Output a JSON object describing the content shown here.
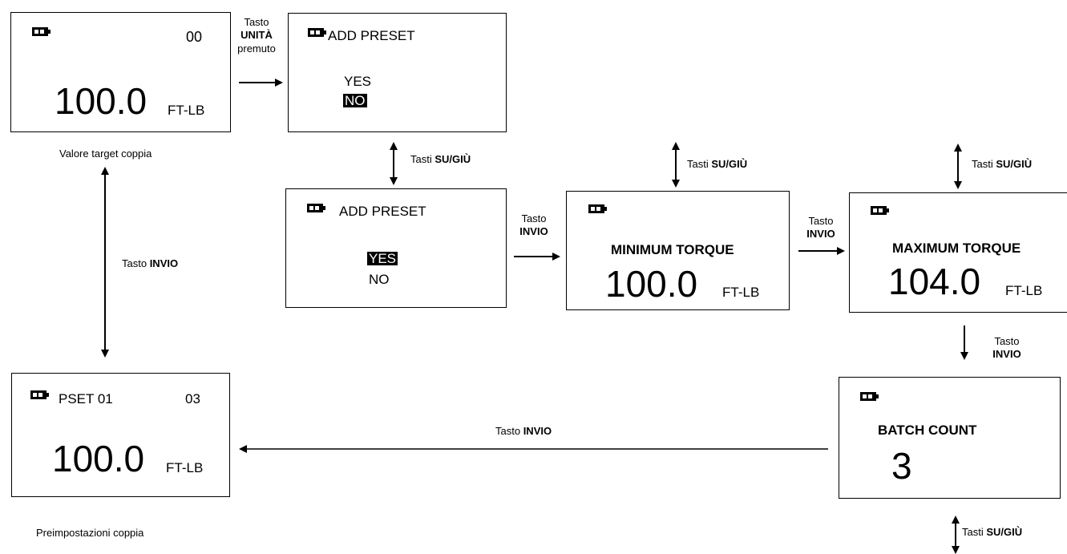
{
  "screens": {
    "target": {
      "counter": "00",
      "value": "100.0",
      "unit": "FT-LB",
      "caption": "Valore target coppia"
    },
    "add_preset_no": {
      "title": "ADD PRESET",
      "option_yes": "YES",
      "option_no": "NO",
      "selected": "NO"
    },
    "add_preset_yes": {
      "title": "ADD PRESET",
      "option_yes": "YES",
      "option_no": "NO",
      "selected": "YES"
    },
    "min_torque": {
      "title": "MINIMUM TORQUE",
      "value": "100.0",
      "unit": "FT-LB"
    },
    "max_torque": {
      "title": "MAXIMUM TORQUE",
      "value": "104.0",
      "unit": "FT-LB"
    },
    "batch_count": {
      "title": "BATCH COUNT",
      "value": "3"
    },
    "preset": {
      "name": "PSET 01",
      "counter": "03",
      "value": "100.0",
      "unit": "FT-LB",
      "caption": "Preimpostazioni coppia"
    }
  },
  "labels": {
    "unit_key": {
      "line1": "Tasto",
      "line2": "UNITÀ",
      "line3": "premuto"
    },
    "updown_1": {
      "prefix": "Tasti ",
      "key": "SU/GIÙ"
    },
    "updown_2": {
      "prefix": "Tasti ",
      "key": "SU/GIÙ"
    },
    "updown_3": {
      "prefix": "Tasti ",
      "key": "SU/GIÙ"
    },
    "updown_4": {
      "prefix": "Tasti ",
      "key": "SU/GIÙ"
    },
    "enter_1": {
      "line1": "Tasto",
      "line2": "INVIO"
    },
    "enter_2": {
      "line1": "Tasto",
      "line2": "INVIO"
    },
    "enter_3": {
      "line1": "Tasto",
      "line2": "INVIO"
    },
    "enter_left": {
      "prefix": "Tasto ",
      "key": "INVIO"
    },
    "enter_vertical": {
      "prefix": "Tasto ",
      "key": "INVIO"
    }
  },
  "icons": [
    "battery-icon"
  ]
}
